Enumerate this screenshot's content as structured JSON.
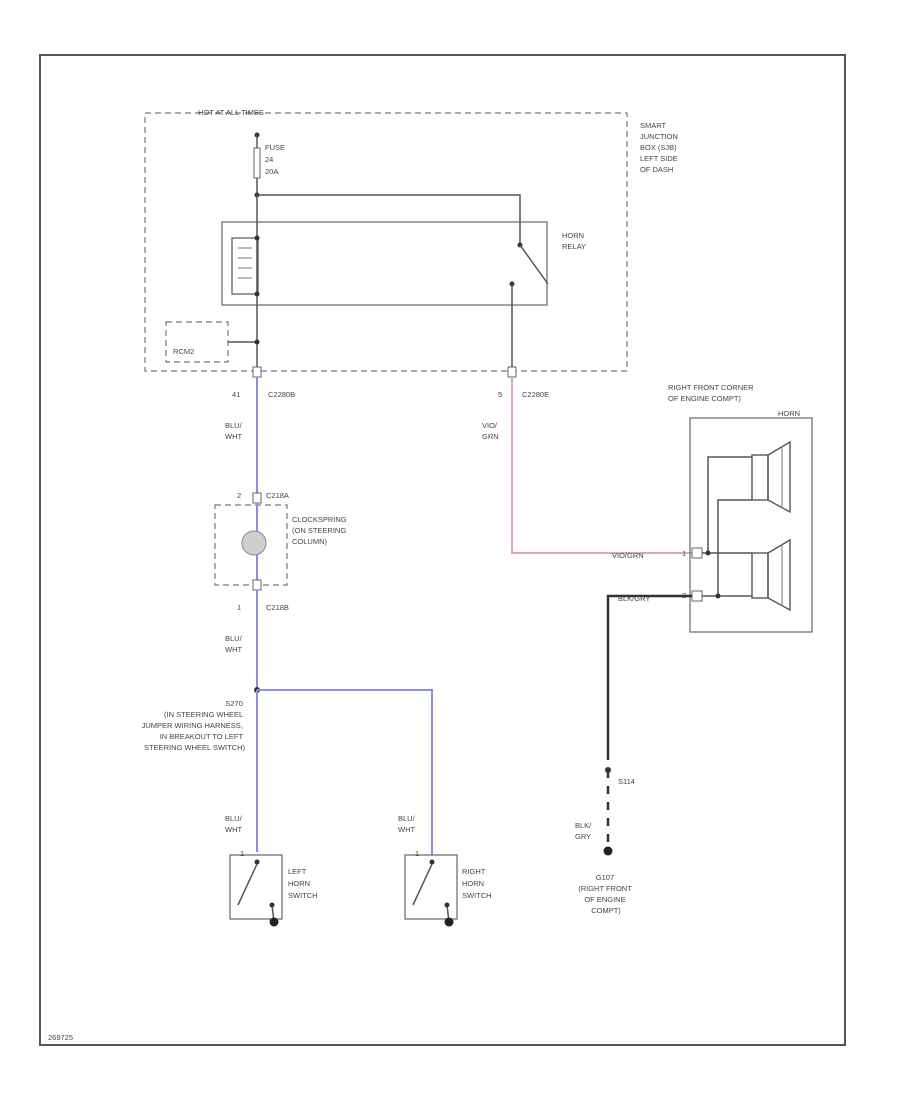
{
  "colors": {
    "wire_gray": "#555555",
    "wire_blue": "#8c8cf0",
    "wire_pink": "#e6a0c8",
    "ground": "#222222"
  },
  "fuse_box": {
    "hot_label": "HOT AT ALL TIMES",
    "fuse_label": "FUSE",
    "fuse_number": "24",
    "fuse_rating": "20A",
    "location": [
      "SMART",
      "JUNCTION",
      "BOX (SJB)",
      "LEFT SIDE",
      "OF DASH"
    ],
    "relay_label": [
      "HORN",
      "RELAY"
    ],
    "module_label": "RCM2"
  },
  "connectors": {
    "sjb_pin_left": "41",
    "sjb_conn_left": "C2280B",
    "sjb_pin_right": "5",
    "sjb_conn_right": "C2280E",
    "clock_pin_top": "2",
    "clock_conn_top": "C218A",
    "clock_pin_bottom": "1",
    "clock_conn_bottom": "C218B"
  },
  "wires": {
    "blu_wht_1": [
      "BLU/",
      "WHT"
    ],
    "vio_grn": [
      "VIO/",
      "GRN"
    ],
    "blu_wht_2": [
      "BLU/",
      "WHT"
    ],
    "blu_wht_3": [
      "BLU/",
      "WHT"
    ],
    "blu_wht_4": [
      "BLU/",
      "WHT"
    ],
    "blu_gry_vert": [
      "BLK/",
      "GRY"
    ],
    "horn_vio": "VIO/GRN",
    "horn_blk": "BLK/GRY"
  },
  "clockspring": [
    "CLOCKSPRING",
    "(ON STEERING",
    "COLUMN)"
  ],
  "splice": [
    "S270",
    "(IN STEERING WHEEL",
    "JUMPER WIRING HARNESS,",
    "IN BREAKOUT TO LEFT",
    "STEERING WHEEL SWITCH)"
  ],
  "horn_location": [
    "RIGHT FRONT CORNER",
    "OF ENGINE COMPT)"
  ],
  "horn_label": "HORN",
  "horn_pins": [
    "1",
    "2"
  ],
  "ground_splice": "S114",
  "ground_point": [
    "G107",
    "(RIGHT FRONT",
    "OF ENGINE",
    "COMPT)"
  ],
  "left_switch": [
    "LEFT",
    "HORN",
    "SWITCH"
  ],
  "right_switch": [
    "RIGHT",
    "HORN",
    "SWITCH"
  ],
  "switch_pin": "1",
  "footer_code": "269725"
}
